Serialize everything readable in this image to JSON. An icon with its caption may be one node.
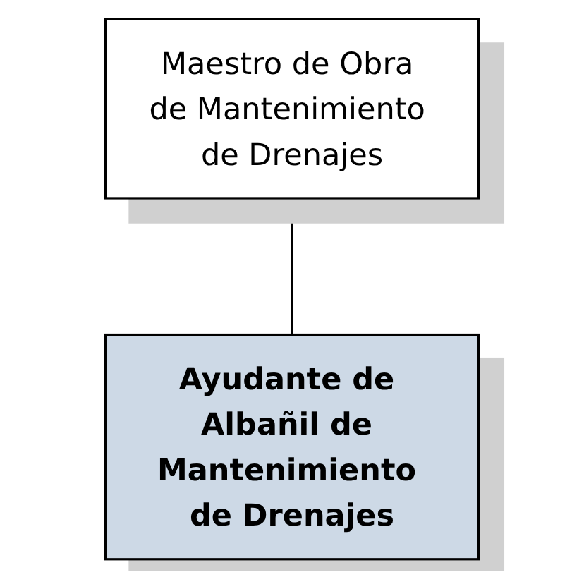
{
  "diagram": {
    "nodes": [
      {
        "text": [
          "Maestro de Obra de Mantenimiento de Drenajes"
        ]
      },
      {
        "text": [
          "Ayudante de Albañil de Mantenimiento de Drenajes"
        ]
      }
    ],
    "edges": [
      {
        "from": 0,
        "to": 1,
        "arrow": "none"
      }
    ]
  }
}
